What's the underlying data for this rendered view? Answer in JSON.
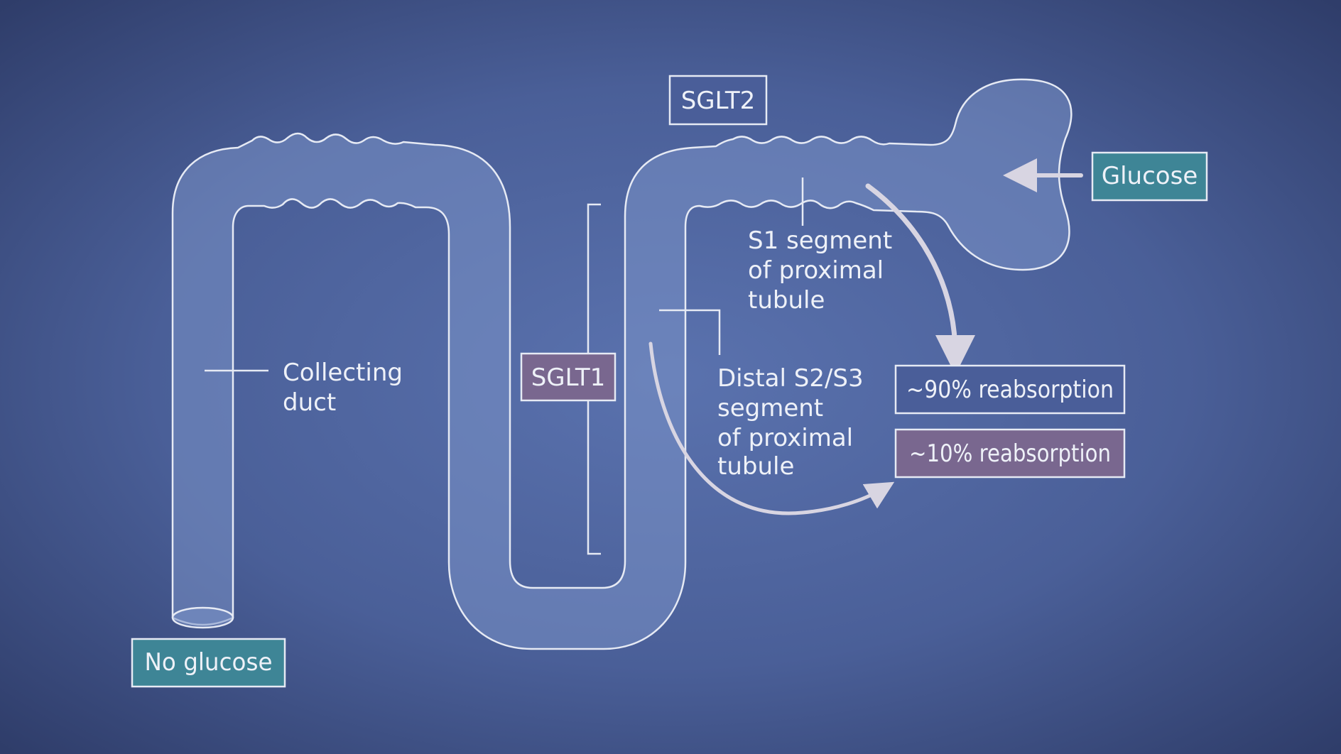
{
  "labels": {
    "sglt2": "SGLT2",
    "sglt1": "SGLT1",
    "glucose": "Glucose",
    "no_glucose": "No glucose",
    "reabsorption_90": "~90% reabsorption",
    "reabsorption_10": "~10% reabsorption",
    "collecting_duct": [
      "Collecting",
      "duct"
    ],
    "s1_segment": [
      "S1 segment",
      "of proximal",
      "tubule"
    ],
    "distal_segment": [
      "Distal S2/S3",
      "segment",
      "of proximal",
      "tubule"
    ]
  },
  "colors": {
    "background": "#3f5288",
    "tubule_fill": "#7a92c6",
    "sglt2_box": "#4a5e99",
    "glucose_box": "#3e8596",
    "no_glucose_box": "#3e8596",
    "sglt1_box": "#79678f",
    "reabsorption_90_box": "#4a5e99",
    "reabsorption_10_box": "#79678f",
    "outline": "#e6eaf4",
    "arrow": "#d8d5e2"
  }
}
